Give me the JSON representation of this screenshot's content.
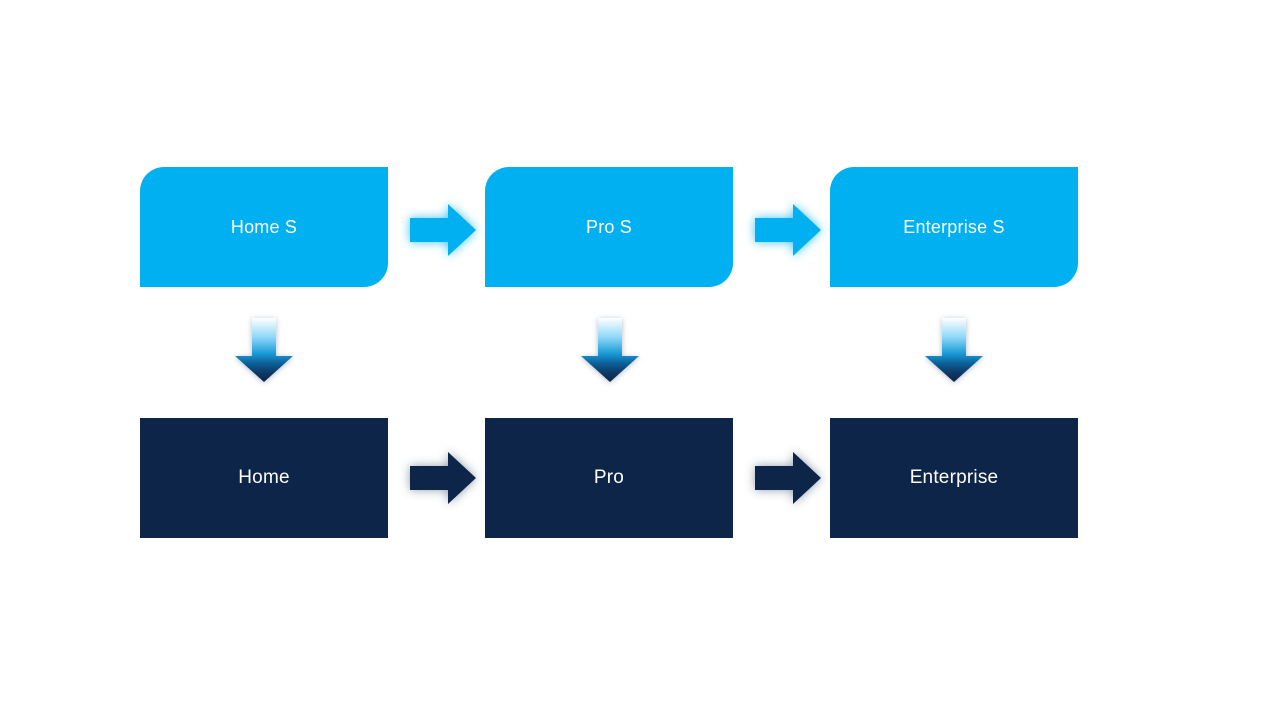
{
  "diagram": {
    "top_row": [
      {
        "label": "Home S"
      },
      {
        "label": "Pro S"
      },
      {
        "label": "Enterprise S"
      }
    ],
    "bottom_row": [
      {
        "label": "Home"
      },
      {
        "label": "Pro"
      },
      {
        "label": "Enterprise"
      }
    ],
    "colors": {
      "light_blue": "#00b0f0",
      "dark_navy": "#0d2548",
      "background": "#ffffff",
      "text": "#ffffff"
    }
  }
}
